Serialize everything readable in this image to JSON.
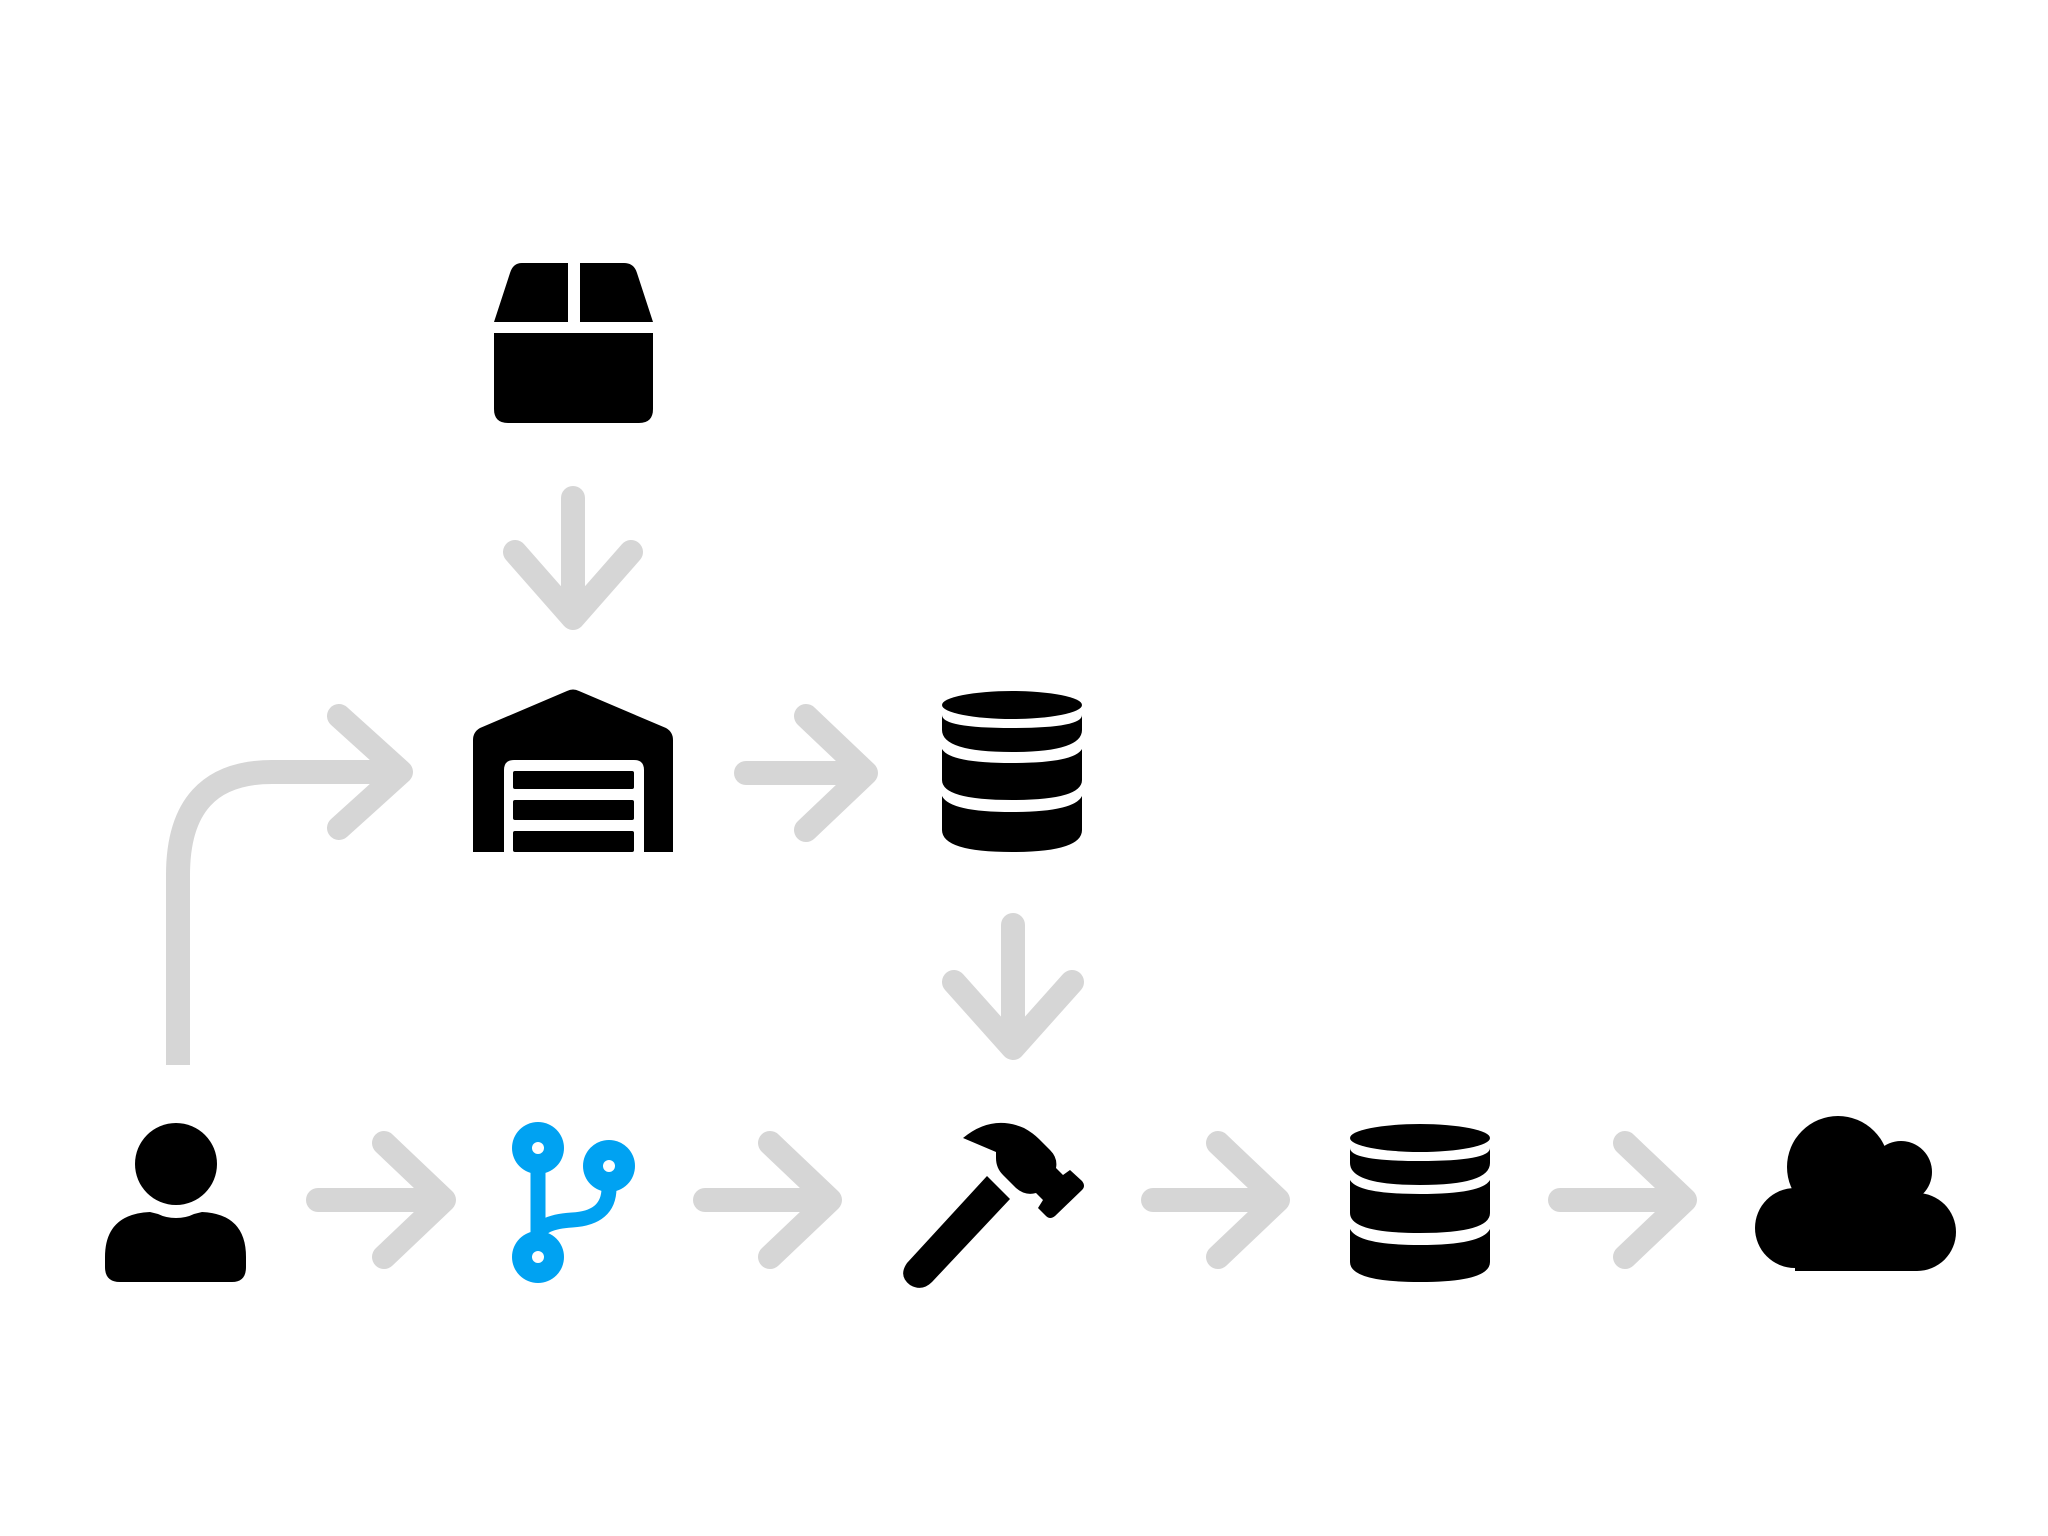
{
  "diagram": {
    "nodes": [
      {
        "id": "package",
        "icon": "package-icon",
        "color": "#000000"
      },
      {
        "id": "warehouse",
        "icon": "warehouse-icon",
        "color": "#000000"
      },
      {
        "id": "database-upper",
        "icon": "database-icon",
        "color": "#000000"
      },
      {
        "id": "user",
        "icon": "user-icon",
        "color": "#000000"
      },
      {
        "id": "source-repo",
        "icon": "git-branch-icon",
        "color": "#00a2f2"
      },
      {
        "id": "build",
        "icon": "hammer-icon",
        "color": "#000000"
      },
      {
        "id": "database-lower",
        "icon": "database-icon",
        "color": "#000000"
      },
      {
        "id": "cloud",
        "icon": "cloud-icon",
        "color": "#000000"
      }
    ],
    "edges": [
      {
        "from": "package",
        "to": "warehouse",
        "icon": "arrow-down-icon"
      },
      {
        "from": "user",
        "to": "warehouse",
        "icon": "curved-arrow-icon"
      },
      {
        "from": "warehouse",
        "to": "database-upper",
        "icon": "arrow-right-icon"
      },
      {
        "from": "database-upper",
        "to": "build",
        "icon": "arrow-down-icon"
      },
      {
        "from": "user",
        "to": "source-repo",
        "icon": "arrow-right-icon"
      },
      {
        "from": "source-repo",
        "to": "build",
        "icon": "arrow-right-icon"
      },
      {
        "from": "build",
        "to": "database-lower",
        "icon": "arrow-right-icon"
      },
      {
        "from": "database-lower",
        "to": "cloud",
        "icon": "arrow-right-icon"
      }
    ],
    "colors": {
      "arrow": "#d6d6d6",
      "icon": "#000000",
      "accent": "#00a2f2",
      "background": "#ffffff"
    }
  }
}
